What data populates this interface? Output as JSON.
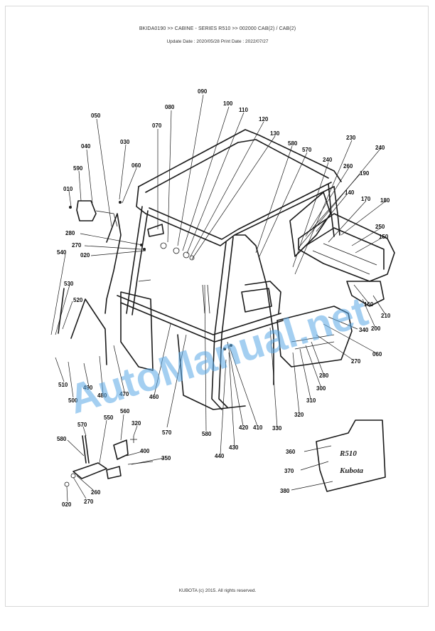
{
  "header": {
    "breadcrumb": "BKIDA0190 >> CABINE - SERIES R510 >> 002000   CAB(2) / CAB(2)",
    "dates": "Update Date : 2020/05/28   Print Date : 2022/07/27"
  },
  "footer": {
    "copyright": "KUBOTA (c) 2015. All rights reserved."
  },
  "watermark": {
    "text": "AutoManual.net",
    "color": "#5aa9e6"
  },
  "decal": {
    "line1": "R510",
    "line2": "Kubota"
  },
  "callouts": [
    "090",
    "080",
    "100",
    "110",
    "120",
    "130",
    "050",
    "070",
    "040",
    "030",
    "060",
    "590",
    "010",
    "580",
    "570",
    "230",
    "240",
    "240",
    "260",
    "190",
    "140",
    "170",
    "180",
    "250",
    "150",
    "280",
    "270",
    "020",
    "540",
    "530",
    "520",
    "510",
    "490",
    "500",
    "480",
    "470",
    "460",
    "570",
    "580",
    "440",
    "430",
    "420",
    "410",
    "330",
    "320",
    "310",
    "300",
    "280",
    "270",
    "060",
    "340",
    "200",
    "210",
    "160",
    "570",
    "550",
    "560",
    "320",
    "580",
    "400",
    "350",
    "020",
    "270",
    "260",
    "360",
    "370",
    "380"
  ]
}
